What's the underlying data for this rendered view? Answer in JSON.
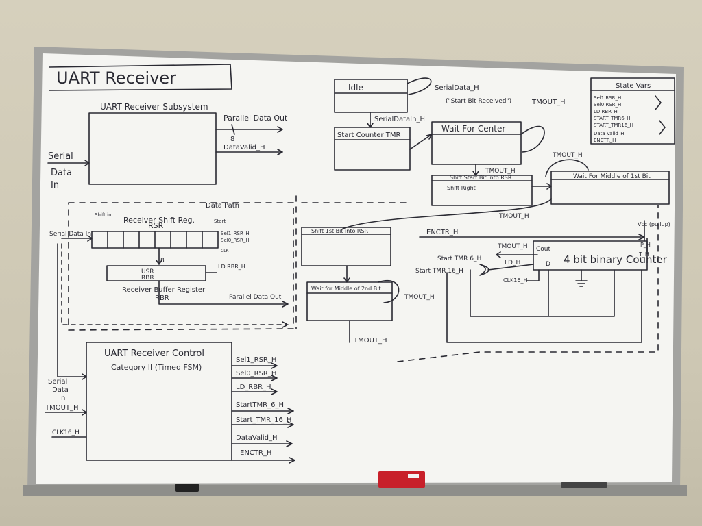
{
  "title": "UART Receiver",
  "subsystem": {
    "label": "UART Receiver Subsystem",
    "input": [
      "Serial",
      "Data",
      "In"
    ],
    "out1": "Parallel Data Out",
    "bus_width": "8",
    "out2": "DataValid_H"
  },
  "fsm": {
    "idle": "Idle",
    "serial_data_h": "SerialData_H",
    "start_bit_note": "(\"Start Bit Received\")",
    "serial_data_in_h": "SerialDataIn_H",
    "start_counter": "Start Counter TMR",
    "wait_center": "Wait For Center",
    "tmout_1": "TMOUT_H",
    "tmout_2": "TMOUT_H",
    "tmout_3": "TMOUT_H",
    "tmout_4": "TMOUT_H",
    "shift_start": "Shift Start Bit Into RSR",
    "shift_right": "Shift Right",
    "wait_middle_1": "Wait For Middle of 1st Bit"
  },
  "state_vars": {
    "title": "State Vars",
    "items": [
      "Sel1 RSR_H",
      "Sel0 RSR_H",
      "LD RBR_H",
      "START_TMR6_H",
      "START_TMR16_H",
      "Data Valid_H",
      "ENCTR_H"
    ]
  },
  "datapath": {
    "label": "Data Path",
    "shift_label": "Receiver Shift Reg.",
    "rsr": "RSR",
    "serial_in": "Serial Data In",
    "shift_in": "Shift in",
    "start": "Start",
    "sel1": "Sel1_RSR_H",
    "sel0": "Sel0_RSR_H",
    "clk": "CLK",
    "bus8": "8",
    "usr": "USR",
    "rbr": "RBR",
    "ld_rbr": "LD RBR_H",
    "rbr_label": "Receiver Buffer Register",
    "rbr2": "RBR",
    "pout": "Parallel Data Out"
  },
  "fsm2": {
    "shift_1st": "Shift 1st Bit into RSR",
    "wait_middle_2": "Wait for Middle of 2nd Bit",
    "tmout_5": "TMOUT_H",
    "tmout_6": "TMOUT_H"
  },
  "counter": {
    "enctr": "ENCTR_H",
    "tmout": "TMOUT_H",
    "start6": "Start TMR 6_H",
    "start16": "Start TMR 16_H",
    "label": "4 bit binary Counter",
    "cout": "Cout",
    "ld": "LD_H",
    "d": "D",
    "clk": "CLK16_H",
    "vcc": "Vcc (pullup)",
    "ph": "P_H",
    "th": "T_H"
  },
  "control": {
    "title": "UART Receiver Control",
    "subtitle": "Category II (Timed FSM)",
    "in1": [
      "Serial",
      "Data",
      "In"
    ],
    "in2": "TMOUT_H",
    "in3": "CLK16_H",
    "outputs": [
      "Sel1_RSR_H",
      "Sel0_RSR_H",
      "LD_RBR_H",
      "StartTMR_6_H",
      "Start_TMR_16_H",
      "DataValid_H",
      "ENCTR_H"
    ]
  },
  "colors": {
    "ink": "#2a2a33",
    "board": "#f4f4f1",
    "frame": "#9a9a98",
    "marker_red": "#c8202a"
  }
}
